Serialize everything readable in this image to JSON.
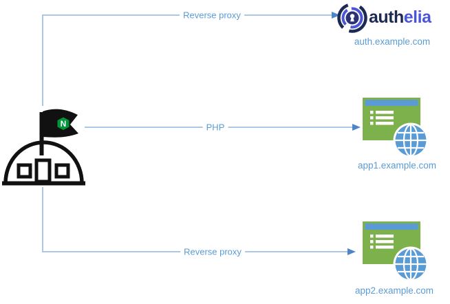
{
  "nginx": {
    "flag_letter": "N"
  },
  "authelia": {
    "wordmark_dark": "auth",
    "wordmark_accent": "elia",
    "domain": "auth.example.com"
  },
  "apps": [
    {
      "name": "app1",
      "domain": "app1.example.com"
    },
    {
      "name": "app2",
      "domain": "app2.example.com"
    }
  ],
  "connections": [
    {
      "from": "nginx",
      "to": "authelia",
      "label": "Reverse proxy"
    },
    {
      "from": "nginx",
      "to": "app1",
      "label": "PHP"
    },
    {
      "from": "nginx",
      "to": "app2",
      "label": "Reverse proxy"
    }
  ],
  "colors": {
    "connector_line": "#aac7e6",
    "arrowhead": "#4d86c8",
    "label_text": "#5b9bd5",
    "app_window_green": "#7cb14b",
    "app_titlebar_blue": "#5b9bd5",
    "globe_blue": "#5b9bd5",
    "authelia_dark": "#1c2951",
    "authelia_accent": "#4c55d6",
    "nginx_green": "#009639",
    "icon_outline": "#111111"
  }
}
